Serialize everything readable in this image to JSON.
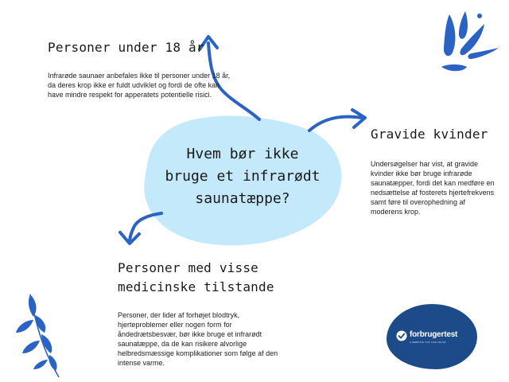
{
  "center": {
    "title": "Hvem bør ikke bruge et infrarødt saunatæppe?"
  },
  "sections": {
    "top": {
      "heading": "Personer under 18 år",
      "text": "Infrarøde saunaer anbefales ikke til personer under 18 år, da deres krop ikke er fuldt udviklet og fordi de ofte kan have mindre respekt for apperatets potentielle risici."
    },
    "right": {
      "heading": "Gravide kvinder",
      "text": "Undersøgelser har vist, at gravide kvinder ikke bør bruge infrarøde saunatæpper, fordi det kan medføre en nedsættelse af fosterets hjertefrekvens samt føre til overophedning af moderens krop."
    },
    "bottom": {
      "heading": "Personer med visse medicinske tilstande",
      "text": "Personer, der lider af forhøjet blodtryk, hjerteproblemer eller nogen form for åndedrætsbesvær, bør ikke bruge et infrarødt saunatæppe, da de kan risikere alvorlige helbredsmæssige komplikationer som følge af den intense varme."
    }
  },
  "logo": {
    "name": "forbrugertest",
    "tagline": "A WEBSITE YOU CAN TRUST"
  },
  "colors": {
    "blob": "#c4e9fb",
    "arrow": "#2a63c4",
    "leaf": "#2a63c4",
    "logo_bg": "#1d4a88"
  },
  "icons": {
    "splash": "water-splash-icon",
    "leaves": "leaf-branch-icon",
    "arrow": "curved-arrow-icon"
  }
}
